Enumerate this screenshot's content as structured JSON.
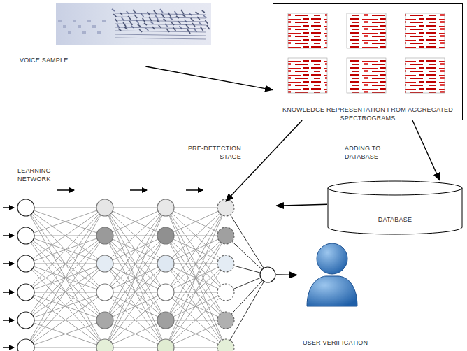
{
  "diagram": {
    "nodes": [
      {
        "text": [
          "VOICE SAMPLE"
        ]
      },
      {
        "text": [
          "KNOWLEDGE REPRESENTATION FROM AGGREGATED SPECTROGRAMS"
        ]
      },
      {
        "text": [
          "DATABASE"
        ]
      },
      {
        "text": [
          "LEARNING NETWORK"
        ]
      },
      {
        "text": [
          "USER VERIFICATION"
        ]
      }
    ],
    "edges": [
      {
        "from": 0,
        "to": 1,
        "arrow": "to"
      },
      {
        "from": 1,
        "to": 3,
        "arrow": "to"
      },
      {
        "from": 1,
        "to": 2,
        "arrow": "to"
      },
      {
        "from": 2,
        "to": 3,
        "arrow": "to"
      },
      {
        "from": 3,
        "to": 4,
        "arrow": "to"
      }
    ],
    "labels": [
      "PRE-DETECTION STAGE",
      "ADDING TO DATABASE"
    ]
  }
}
